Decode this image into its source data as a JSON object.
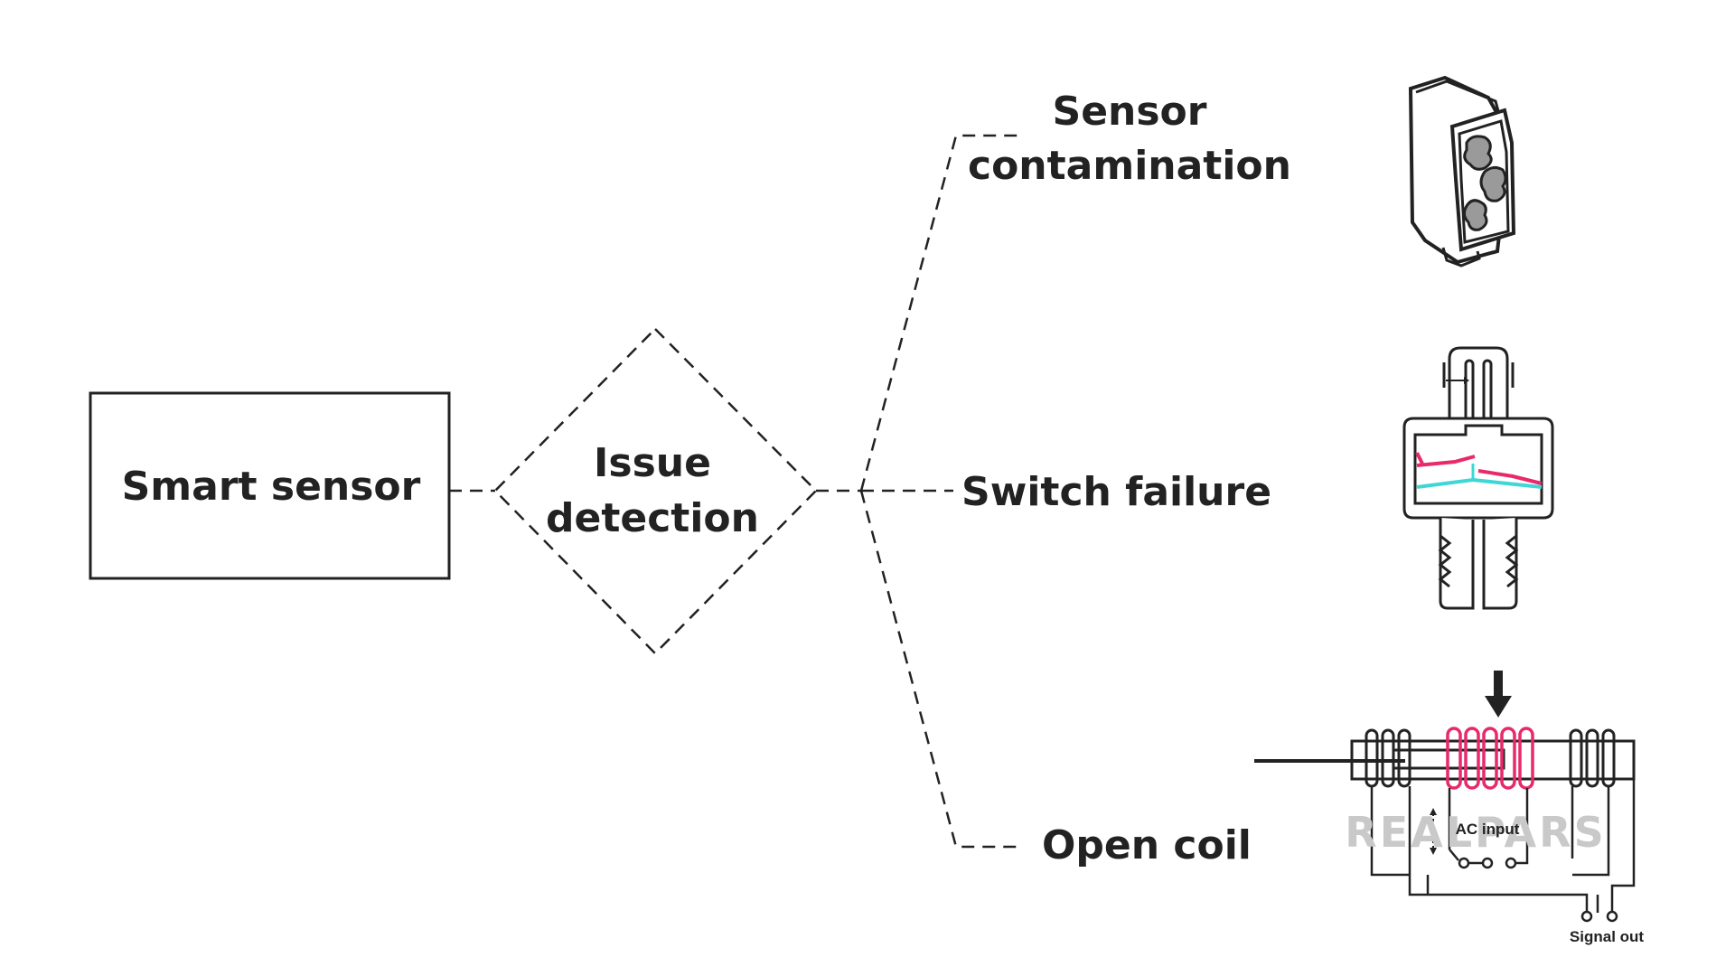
{
  "nodes": {
    "root": "Smart sensor",
    "decision_line1": "Issue",
    "decision_line2": "detection",
    "branch1_line1": "Sensor",
    "branch1_line2": "contamination",
    "branch2": "Switch failure",
    "branch3": "Open coil"
  },
  "illustration_labels": {
    "ac_input": "AC input",
    "signal_out": "Signal out"
  },
  "watermark": "REALPARS",
  "icons": [
    "contaminated-sensor-icon",
    "pressure-switch-icon",
    "coil-circuit-icon"
  ],
  "colors": {
    "ink": "#222222",
    "coil": "#e8296b",
    "diaphragm_red": "#e8296b",
    "diaphragm_cyan": "#3fd6d6",
    "dirt": "#9a9a9a",
    "watermark": "#c9c9c9"
  }
}
